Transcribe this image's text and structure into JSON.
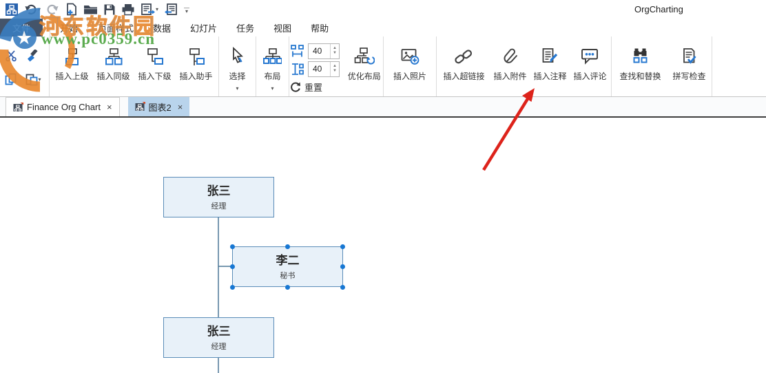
{
  "window": {
    "title": "OrgCharting"
  },
  "icons": {
    "caret_down": "▾",
    "spin_up": "▲",
    "spin_down": "▼",
    "close": "×",
    "star": "★"
  },
  "menu": {
    "file_label": "文件",
    "tabs": [
      {
        "label": "开始",
        "active": true
      },
      {
        "label": "页面样式",
        "active": false
      },
      {
        "label": "数据",
        "active": false
      },
      {
        "label": "幻灯片",
        "active": false
      },
      {
        "label": "任务",
        "active": false
      },
      {
        "label": "视图",
        "active": false
      },
      {
        "label": "帮助",
        "active": false
      }
    ]
  },
  "ribbon": {
    "insert_buttons": [
      "插入上级",
      "插入同级",
      "插入下级",
      "插入助手"
    ],
    "select_label": "选择",
    "layout_label": "布局",
    "h_spacing_value": "40",
    "v_spacing_value": "40",
    "reset_label": "重置",
    "optimize_label": "优化布局",
    "photo_label": "插入照片",
    "hyperlink_label": "插入超链接",
    "attachment_label": "插入附件",
    "note_label": "插入注释",
    "comment_label": "插入评论",
    "find_replace_label": "查找和替换",
    "spellcheck_label": "拼写检查"
  },
  "doc_tabs": [
    {
      "label": "Finance Org Chart",
      "active": false
    },
    {
      "label": "图表2",
      "active": true
    }
  ],
  "org_chart": {
    "nodes": [
      {
        "name": "张三",
        "title": "经理",
        "selected": false
      },
      {
        "name": "李二",
        "title": "秘书",
        "selected": true
      },
      {
        "name": "张三",
        "title": "经理",
        "selected": false
      }
    ]
  },
  "watermark": {
    "site_name": "河东软件园",
    "site_url": "www.pc0359.cn"
  },
  "colors": {
    "accent_blue": "#2778d0",
    "dark_icon": "#3f4856",
    "node_fill": "#e8f1f9",
    "node_border": "#5a8cb8",
    "selection_handle": "#1777d3",
    "arrow_red": "#dd231b",
    "file_tab_bg": "#44546a",
    "active_doc_tab_bg": "#b9d4ec"
  }
}
